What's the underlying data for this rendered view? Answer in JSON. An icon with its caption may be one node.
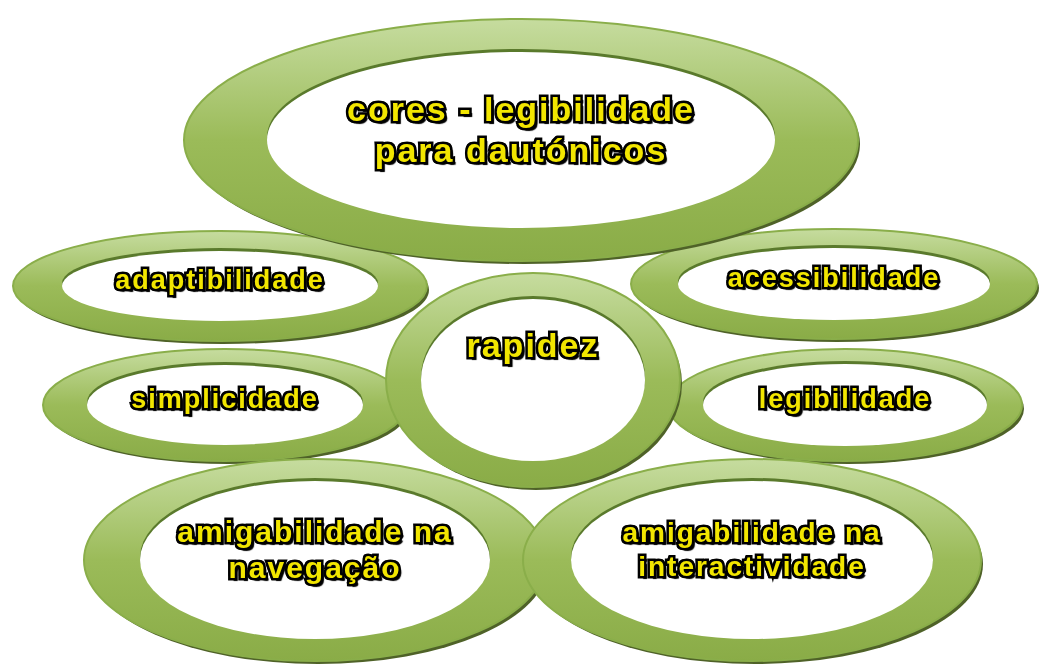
{
  "diagram": {
    "nodes": [
      {
        "text": [
          "cores - legibilidade para dautónicos"
        ]
      },
      {
        "text": [
          "adaptibilidade"
        ]
      },
      {
        "text": [
          "acessibilidade"
        ]
      },
      {
        "text": [
          "rapidez"
        ]
      },
      {
        "text": [
          "simplicidade"
        ]
      },
      {
        "text": [
          "legibilidade"
        ]
      },
      {
        "text": [
          "amigabilidade na navegação"
        ]
      },
      {
        "text": [
          "amigabilidade na interactividade"
        ]
      }
    ]
  }
}
